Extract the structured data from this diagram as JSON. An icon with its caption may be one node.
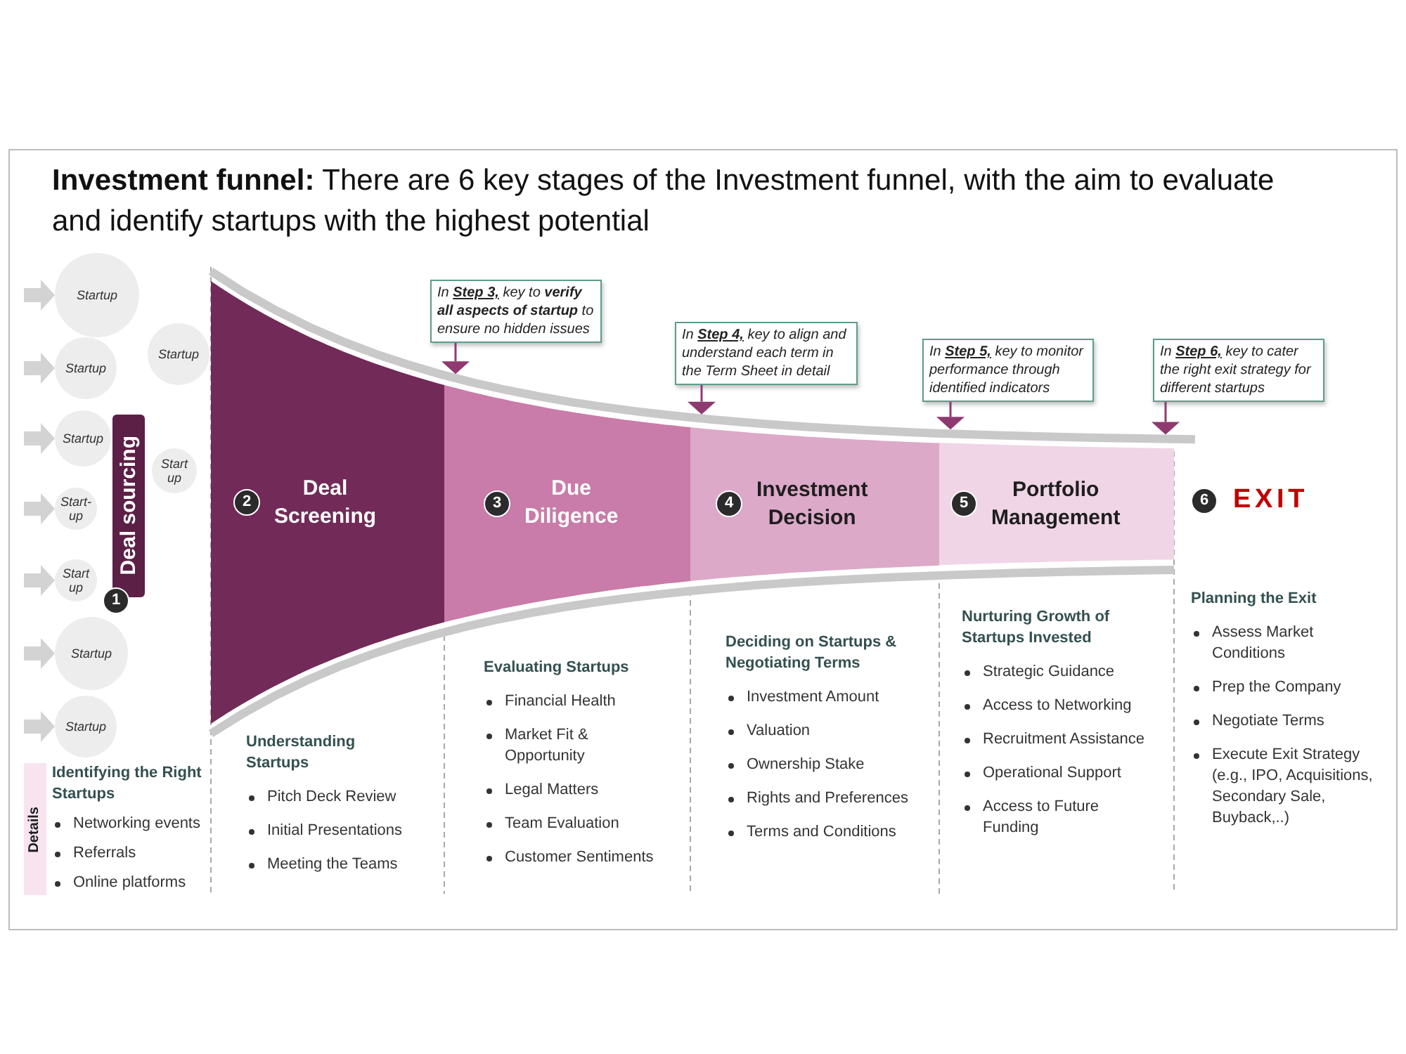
{
  "diagram": {
    "title": "**Investment funnel:** There are 6 key stages of the Investment funnel, with the aim to evaluate and identify startups with the highest potential",
    "nodes": [
      {
        "text": [
          "Startup"
        ]
      },
      {
        "text": [
          "Startup"
        ]
      },
      {
        "text": [
          "Startup"
        ]
      },
      {
        "text": [
          "Startup"
        ]
      },
      {
        "text": [
          "Start up"
        ]
      },
      {
        "text": [
          "Start-up"
        ]
      },
      {
        "text": [
          "Start up"
        ]
      },
      {
        "text": [
          "Startup"
        ]
      },
      {
        "text": [
          "Startup"
        ]
      },
      {
        "text": [
          "Deal sourcing"
        ]
      },
      {
        "text": [
          "1"
        ]
      },
      {
        "text": [
          "Deal Screening"
        ]
      },
      {
        "text": [
          "2"
        ],
        "in": 11
      },
      {
        "text": [
          "Due Diligence"
        ]
      },
      {
        "text": [
          "3"
        ],
        "in": 13
      },
      {
        "text": [
          "Investment Decision"
        ]
      },
      {
        "text": [
          "4"
        ],
        "in": 15
      },
      {
        "text": [
          "Portfolio Management"
        ]
      },
      {
        "text": [
          "5"
        ],
        "in": 17
      },
      {
        "text": [
          "6"
        ],
        "beside": [
          "EXIT"
        ]
      },
      {
        "text": [
          "In **Step 3,** key to **verify all aspects of startup** to ensure no hidden issues"
        ]
      },
      {
        "text": [
          "In **Step 4,** key to align and understand each term in the Term Sheet in detail"
        ]
      },
      {
        "text": [
          "In **Step 5,** key to monitor performance through identified indicators"
        ]
      },
      {
        "text": [
          "In **Step 6,** key to cater the right exit strategy for different startups"
        ]
      },
      {
        "text": [
          "Details"
        ]
      }
    ],
    "edges": [
      {
        "from": 20,
        "to": 13,
        "arrow": "to"
      },
      {
        "from": 21,
        "to": 15,
        "arrow": "to"
      },
      {
        "from": 22,
        "to": 17,
        "arrow": "to"
      },
      {
        "from": 23,
        "to": 17,
        "arrow": "to"
      },
      {
        "from": null,
        "to": 0,
        "arrow": "to"
      },
      {
        "from": null,
        "to": 2,
        "arrow": "to"
      },
      {
        "from": null,
        "to": 3,
        "arrow": "to"
      },
      {
        "from": null,
        "to": 5,
        "arrow": "to"
      },
      {
        "from": null,
        "to": 6,
        "arrow": "to"
      },
      {
        "from": null,
        "to": 7,
        "arrow": "to"
      },
      {
        "from": null,
        "to": 8,
        "arrow": "to"
      }
    ],
    "labels": [
      "Identifying the Right Startups",
      "Networking events",
      "Referrals",
      "Online platforms",
      "Understanding Startups",
      "Pitch Deck Review",
      "Initial Presentations",
      "Meeting the Teams",
      "Evaluating Startups",
      "Financial Health",
      "Market Fit & Opportunity",
      "Legal Matters",
      "Team Evaluation",
      "Customer Sentiments",
      "Deciding on Startups & Negotiating Terms",
      "Investment Amount",
      "Valuation",
      "Ownership Stake",
      "Rights and Preferences",
      "Terms and Conditions",
      "Nurturing Growth of Startups Invested",
      "Strategic Guidance",
      "Access to Networking",
      "Recruitment Assistance",
      "Operational Support",
      "Access to Future Funding",
      "Planning the Exit",
      "Assess Market Conditions",
      "Prep the Company",
      "Negotiate Terms",
      "Execute Exit Strategy (e.g., IPO, Acquisitions, Secondary Sale, Buyback,..)"
    ]
  }
}
